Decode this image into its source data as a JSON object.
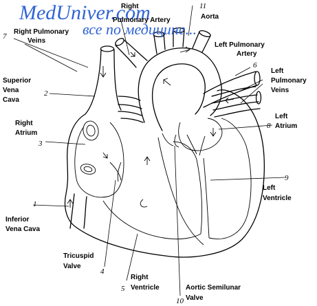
{
  "watermark": {
    "site": "MedUniver.com",
    "tagline": "все по медицине..."
  },
  "labels": {
    "right_pulmonary_artery": {
      "line1": "Right",
      "line2": "Pulmonary Artery",
      "number": "11"
    },
    "aorta": {
      "text": "Aorta"
    },
    "right_pulmonary_veins": {
      "line1": "Right Pulmonary",
      "line2": "Veins",
      "number": "7"
    },
    "left_pulmonary_artery": {
      "line1": "Left Pulmonary",
      "line2": "Artery",
      "number": "6"
    },
    "superior_vena_cava": {
      "line1": "Superior",
      "line2": "Vena",
      "line3": "Cava",
      "number": "2"
    },
    "left_pulmonary_veins": {
      "line1": "Left",
      "line2": "Pulmonary",
      "line3": "Veins"
    },
    "right_atrium": {
      "line1": "Right",
      "line2": "Atrium",
      "number": "3"
    },
    "left_atrium": {
      "line1": "Left",
      "line2": "Atrium",
      "number": "8"
    },
    "left_ventricle": {
      "line1": "Left",
      "line2": "Ventricle",
      "number": "9"
    },
    "inferior_vena_cava": {
      "line1": "Inferior",
      "line2": "Vena Cava",
      "number": "1"
    },
    "tricuspid_valve": {
      "line1": "Tricuspid",
      "line2": "Valve",
      "number": "4"
    },
    "right_ventricle": {
      "line1": "Right",
      "line2": "Ventricle",
      "number": "5"
    },
    "aortic_semilunar_valve": {
      "line1": "Aortic Semilunar",
      "line2": "Valve",
      "number": "10"
    }
  }
}
